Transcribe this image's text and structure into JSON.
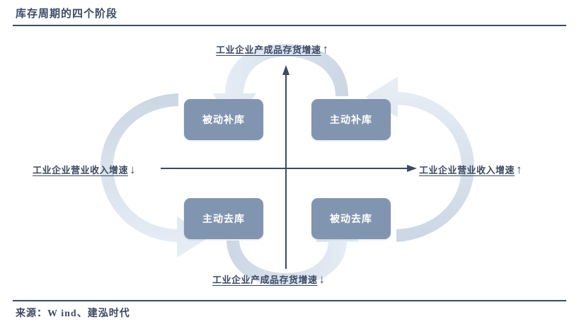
{
  "header": {
    "title": "库存周期的四个阶段"
  },
  "footer": {
    "source": "来源：W ind、建泓时代"
  },
  "diagram": {
    "type": "four-quadrant-cycle",
    "quadrants": [
      {
        "key": "top-left",
        "label": "被动补库"
      },
      {
        "key": "top-right",
        "label": "主动补库"
      },
      {
        "key": "bottom-left",
        "label": "主动去库"
      },
      {
        "key": "bottom-right",
        "label": "被动去库"
      }
    ],
    "axes": {
      "top": {
        "text": "工业企业产成品存货增速",
        "arrow": "↑"
      },
      "bottom": {
        "text": "工业企业产成品存货增速",
        "arrow": "↓"
      },
      "left": {
        "text": "工业企业营业收入增速",
        "arrow": "↓"
      },
      "right": {
        "text": "工业企业营业收入增速",
        "arrow": "↑"
      }
    },
    "cycle_arrows": [
      {
        "name": "top-arc",
        "from": "主动补库",
        "to": "被动补库",
        "direction": "right-to-left-over-top"
      },
      {
        "name": "left-arc",
        "from": "被动补库",
        "to": "主动去库",
        "direction": "top-to-bottom-around-left"
      },
      {
        "name": "bottom-arc",
        "from": "主动去库",
        "to": "被动去库",
        "direction": "left-to-right-under-bottom"
      },
      {
        "name": "right-arc",
        "from": "被动去库",
        "to": "主动补库",
        "direction": "bottom-to-top-around-right"
      }
    ]
  },
  "colors": {
    "ink": "#3d4a63",
    "box_fill": "#8295b0",
    "box_text": "#ffffff",
    "arc_light": "#e4ebf4",
    "arc_dark": "#ccd7e4",
    "axis": "#3d4a63",
    "background": "#ffffff"
  }
}
